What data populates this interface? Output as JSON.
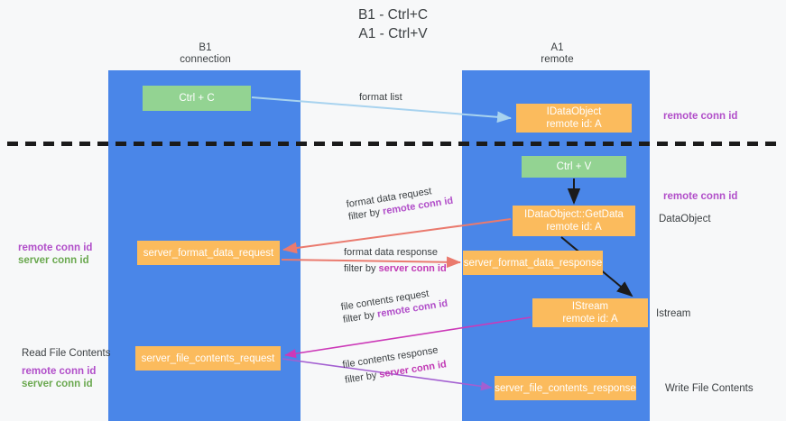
{
  "title": {
    "line1": "B1 - Ctrl+C",
    "line2": "A1 - Ctrl+V"
  },
  "lanes": [
    {
      "id": "b1",
      "name": "B1",
      "sub": "connection",
      "color": "#4a86e8"
    },
    {
      "id": "a1",
      "name": "A1",
      "sub": "remote",
      "color": "#4a86e8"
    }
  ],
  "colors": {
    "lane": "#4a86e8",
    "green_node": "#93d392",
    "orange_node": "#fbbb5d",
    "remote_conn_id": "#b14ec9",
    "server_conn_id": "#6aa84f",
    "arrow_blue": "#a8d3ef",
    "arrow_red": "#ea7a6e",
    "arrow_magenta": "#cc39b8",
    "arrow_purple": "#a35fd1",
    "arrow_black": "#1b1b1b",
    "text": "#3c4043"
  },
  "nodes": {
    "ctrl_c": {
      "label": "Ctrl + C",
      "style": "green"
    },
    "idataobject": {
      "label": "IDataObject",
      "sublabel": "remote id: A",
      "style": "orange"
    },
    "ctrl_v": {
      "label": "Ctrl + V",
      "style": "green"
    },
    "getdata": {
      "label": "IDataObject::GetData",
      "sublabel": "remote id: A",
      "style": "orange"
    },
    "server_format_data_request": {
      "label": "server_format_data_request",
      "style": "orange"
    },
    "server_format_data_response": {
      "label": "server_format_data_response",
      "style": "orange"
    },
    "istream": {
      "label": "IStream",
      "sublabel": "remote id: A",
      "style": "orange"
    },
    "server_file_contents_request": {
      "label": "server_file_contents_request",
      "style": "orange"
    },
    "server_file_contents_response": {
      "label": "server_file_contents_response",
      "style": "orange"
    }
  },
  "edge_labels": {
    "format_list": "format list",
    "format_data_request": "format data request",
    "format_data_request_filter_prefix": "filter by ",
    "format_data_request_filter_key": "remote conn id",
    "format_data_response": "format data response",
    "format_data_response_filter_prefix": "filter by ",
    "format_data_response_filter_key": "server conn id",
    "file_contents_request": "file contents request",
    "file_contents_request_filter_prefix": "filter by ",
    "file_contents_request_filter_key": "remote conn id",
    "file_contents_response": "file contents response",
    "file_contents_response_filter_prefix": "filter by ",
    "file_contents_response_filter_key": "server conn id"
  },
  "side_notes": {
    "remote_conn_id_top": "remote conn id",
    "remote_conn_id_mid": "remote conn id",
    "dataobject": "DataObject",
    "istream": "Istream",
    "write_file_contents": "Write File Contents"
  },
  "left_notes": {
    "group1": {
      "remote": "remote conn id",
      "server": "server conn id"
    },
    "group2": {
      "heading": "Read File Contents",
      "remote": "remote conn id",
      "server": "server conn id"
    }
  }
}
